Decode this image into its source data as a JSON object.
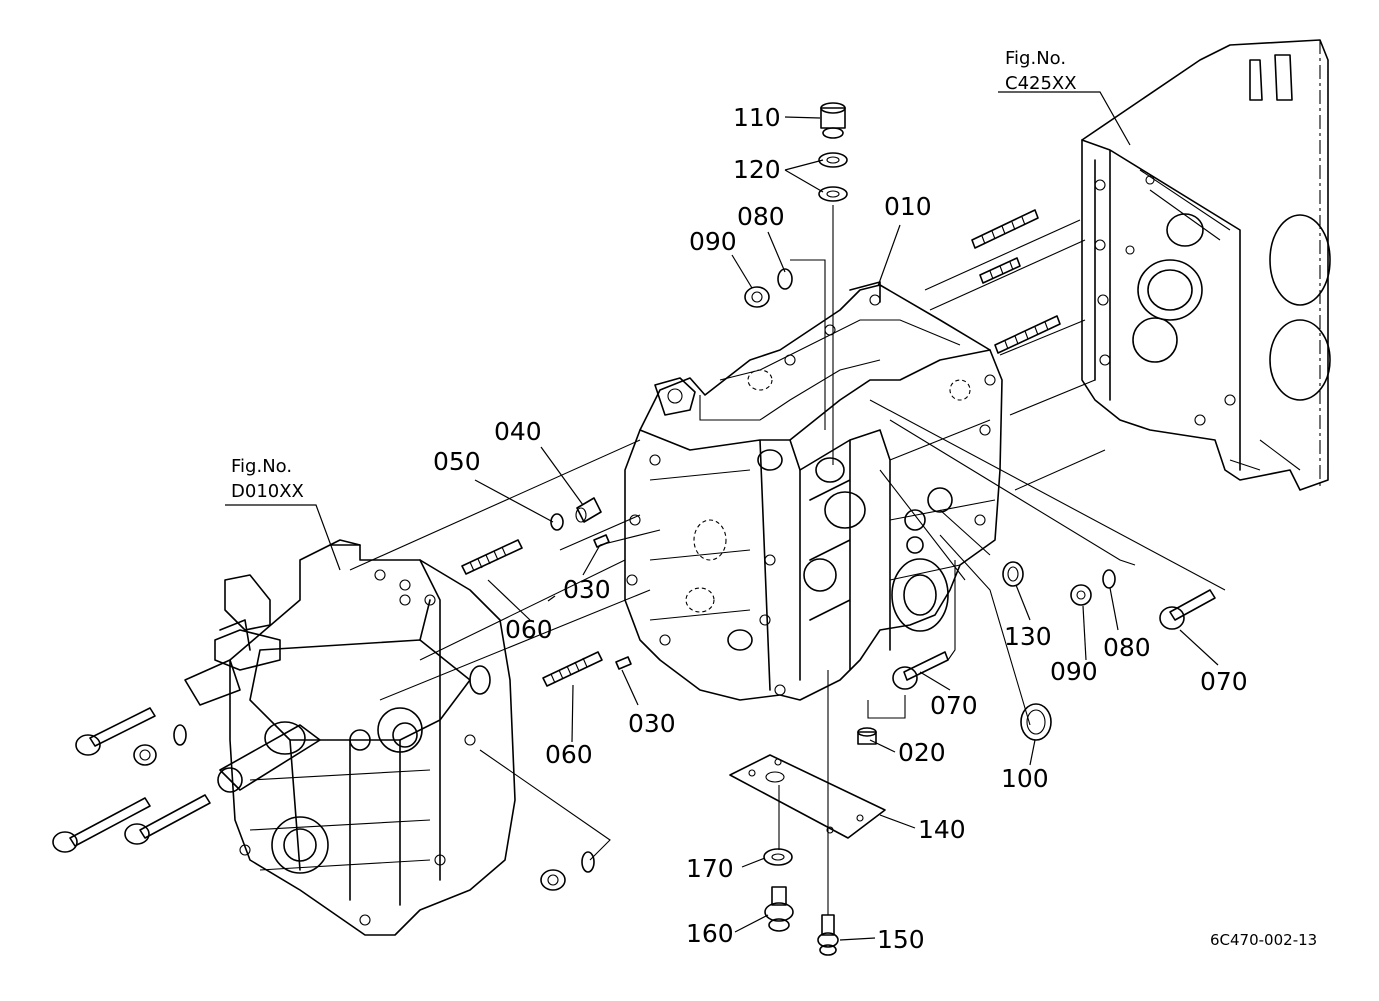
{
  "figure_references": [
    {
      "id": "fig-ref-d010xx",
      "line1": "Fig.No.",
      "line2": "D010XX"
    },
    {
      "id": "fig-ref-c425xx",
      "line1": "Fig.No.",
      "line2": "C425XX"
    }
  ],
  "part_labels": {
    "p110": "110",
    "p120": "120",
    "p080_top": "080",
    "p090_top": "090",
    "p010": "010",
    "p040": "040",
    "p050": "050",
    "p030_upper": "030",
    "p060_upper": "060",
    "p060_lower": "060",
    "p030_lower": "030",
    "p130": "130",
    "p090_right": "090",
    "p080_right": "080",
    "p070_right": "070",
    "p070_mid": "070",
    "p020": "020",
    "p100": "100",
    "p140": "140",
    "p170": "170",
    "p160": "160",
    "p150": "150"
  },
  "drawing_code": "6C470-002-13"
}
